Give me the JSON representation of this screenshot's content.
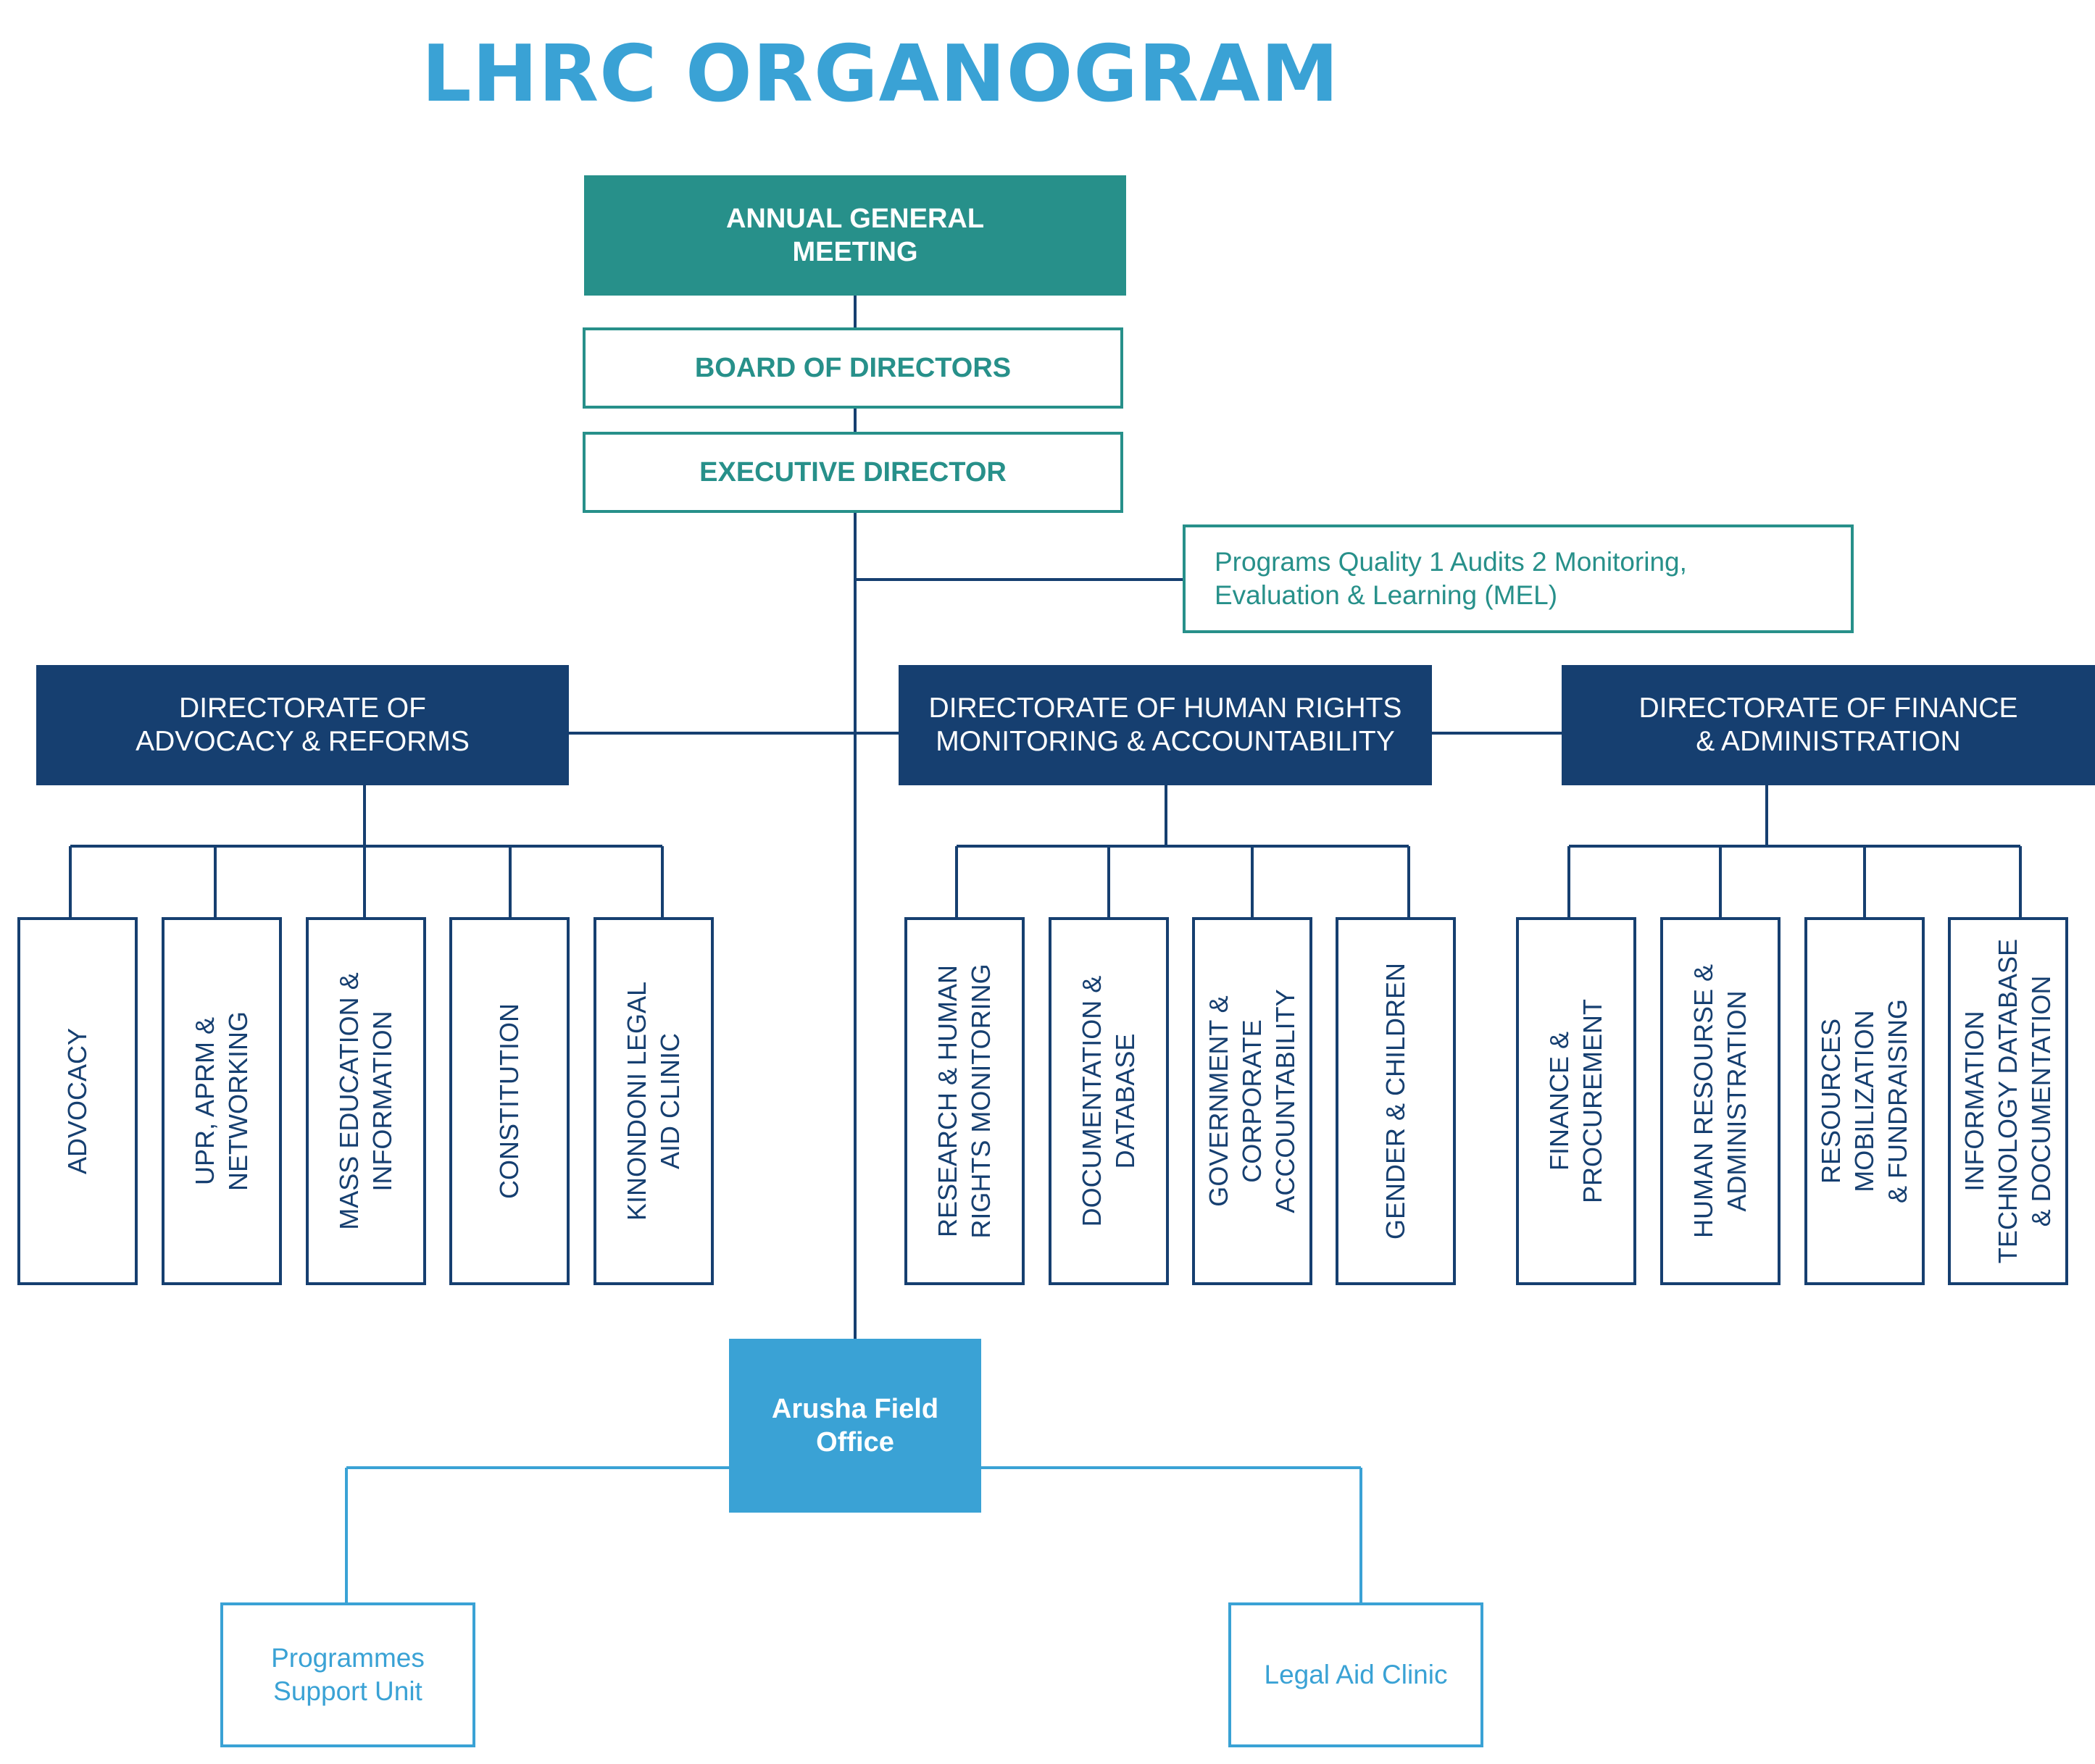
{
  "title": "LHRC ORGANOGRAM",
  "agm": "ANNUAL GENERAL\nMEETING",
  "board": "BOARD OF DIRECTORS",
  "executive": "EXECUTIVE DIRECTOR",
  "mel": "Programs Quality 1 Audits 2 Monitoring,\nEvaluation & Learning (MEL)",
  "directorates": [
    {
      "label": "DIRECTORATE OF\nADVOCACY & REFORMS",
      "units": [
        "ADVOCACY",
        "UPR, APRM &\nNETWORKING",
        "MASS EDUCATION &\nINFORMATION",
        "CONSTITUTION",
        "KINONDONI LEGAL\nAID  CLINIC"
      ]
    },
    {
      "label": "DIRECTORATE OF  HUMAN RIGHTS\nMONITORING & ACCOUNTABILITY",
      "units": [
        "RESEARCH & HUMAN\nRIGHTS MONITORING",
        "DOCUMENTATION &\nDATABASE",
        "GOVERNMENT &\nCORPORATE\nACCOUNTABILITY",
        "GENDER  & CHILDREN"
      ]
    },
    {
      "label": "DIRECTORATE OF  FINANCE\n& ADMINISTRATION",
      "units": [
        "FINANCE &\nPROCUREMENT",
        "HUMAN RESOURSE &\nADMINISTRATION",
        "RESOURCES\nMOBILIZATION\n& FUNDRAISING",
        "INFORMATION\nTECHNOLOGY DATABASE\n& DOCUMENTATION"
      ]
    }
  ],
  "field_office": {
    "label": "Arusha Field\nOffice",
    "units": [
      "Programmes\nSupport Unit",
      "Legal Aid Clinic"
    ]
  },
  "colors": {
    "title": "#3aa2d5",
    "teal": "#27908a",
    "navy": "#163f70",
    "light_blue": "#3aa2d5"
  }
}
